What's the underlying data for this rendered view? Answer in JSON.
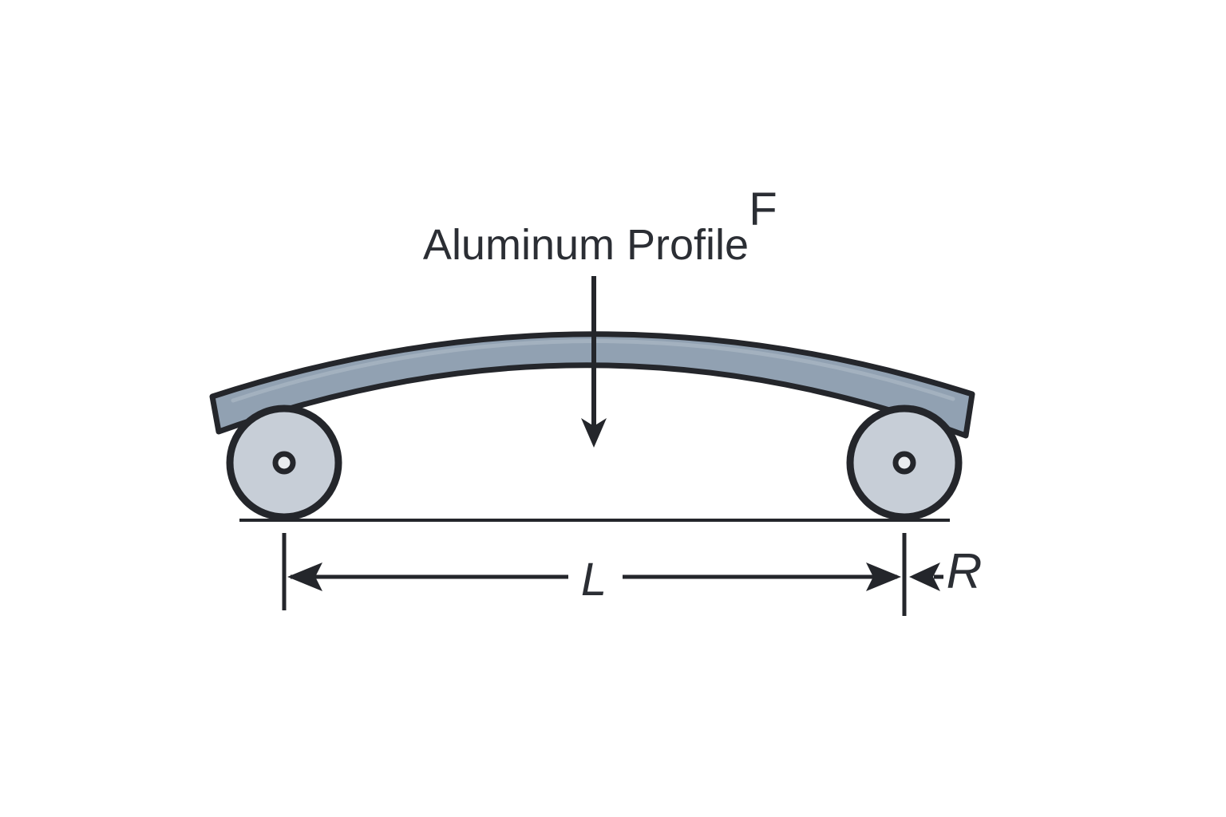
{
  "diagram": {
    "type": "three-point-bending-test-schematic",
    "labels": {
      "beam": "Aluminum Profile",
      "force": "F",
      "span": "L",
      "overhang": "R"
    },
    "colors": {
      "outline": "#24262b",
      "beam_fill": "#91a1b2",
      "beam_highlight": "#aab7c3",
      "roller_fill": "#c7ced7",
      "hub_fill": "#e9ecef",
      "text": "#2b2e34",
      "background": "#ffffff"
    }
  }
}
